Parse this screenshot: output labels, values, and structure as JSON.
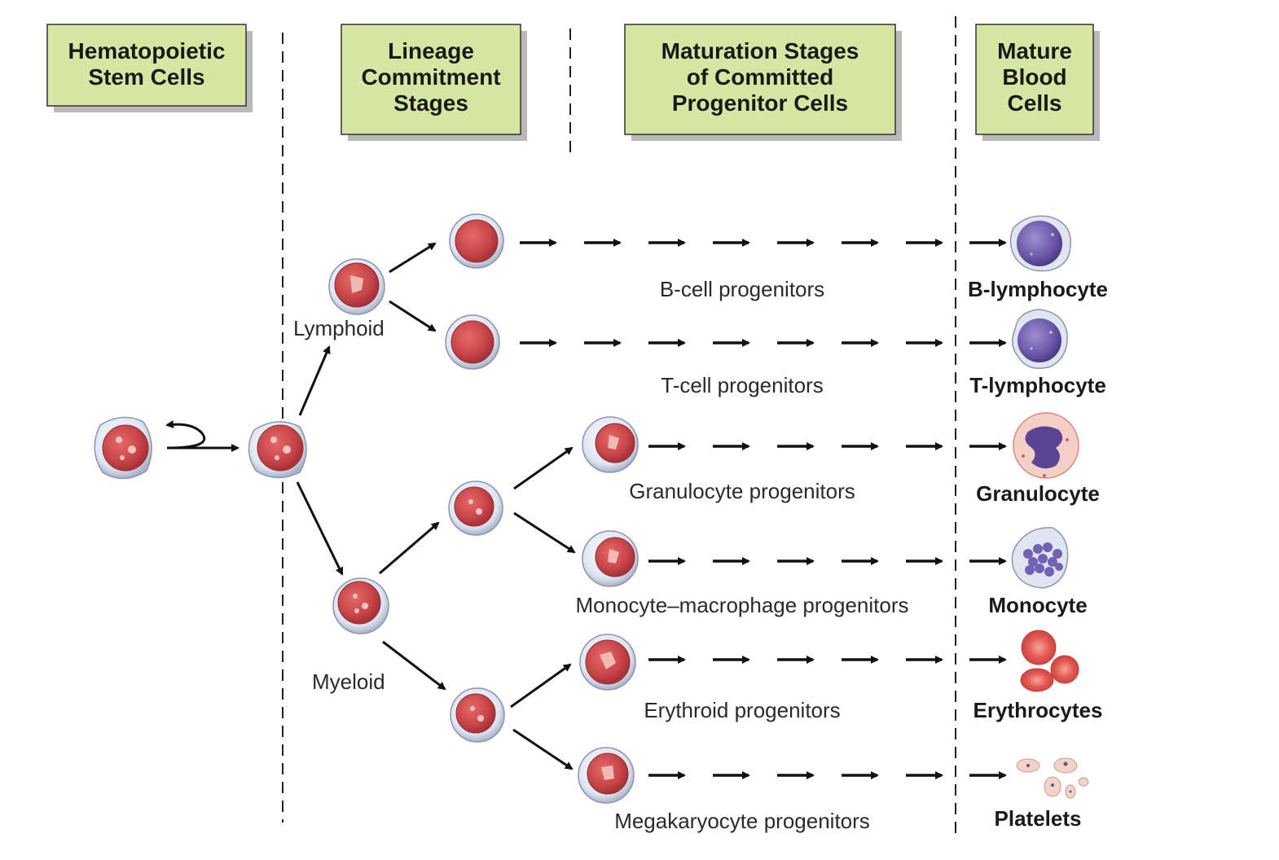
{
  "headers": {
    "stem": [
      "Hematopoietic",
      "Stem Cells"
    ],
    "lineage": [
      "Lineage",
      "Commitment",
      "Stages"
    ],
    "maturation": [
      "Maturation Stages",
      "of Committed",
      "Progenitor Cells"
    ],
    "mature": [
      "Mature",
      "Blood",
      "Cells"
    ]
  },
  "branches": {
    "lymphoid": "Lymphoid",
    "myeloid": "Myeloid"
  },
  "progenitors": {
    "b_cell": "B-cell progenitors",
    "t_cell": "T-cell progenitors",
    "granulocyte": "Granulocyte progenitors",
    "monocyte": "Monocyte–macrophage progenitors",
    "erythroid": "Erythroid progenitors",
    "megakaryocyte": "Megakaryocyte progenitors"
  },
  "mature_cells": {
    "b_lymphocyte": "B-lymphocyte",
    "t_lymphocyte": "T-lymphocyte",
    "granulocyte": "Granulocyte",
    "monocyte": "Monocyte",
    "erythrocytes": "Erythrocytes",
    "platelets": "Platelets"
  },
  "colors": {
    "header_fill": "#d7e6a3",
    "cell_nucleus": "#c9484a",
    "cell_halo": "#dde3ef",
    "lymphocyte": "#6c5aa8",
    "erythrocyte": "#e0504c"
  }
}
